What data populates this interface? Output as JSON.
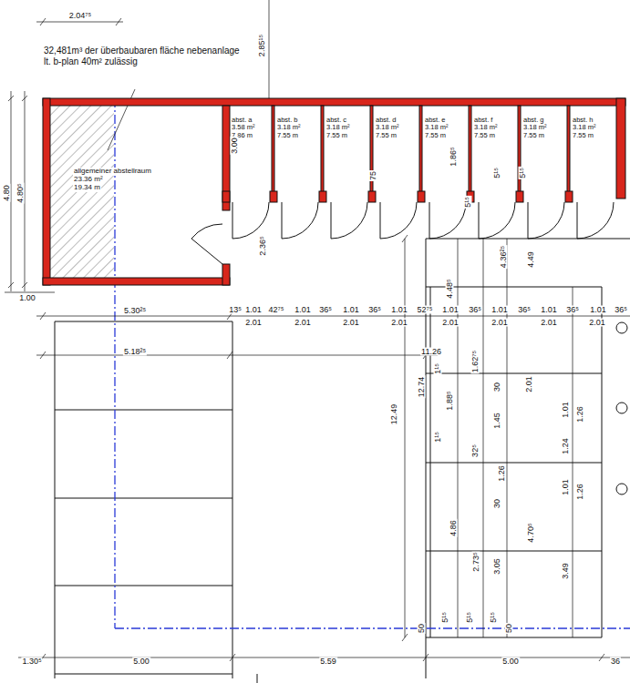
{
  "diagram": {
    "nodes": [
      {
        "text": [
          "allgemeiner abstellraum",
          "23.36 m²",
          "19.34 m"
        ]
      },
      {
        "text": [
          "abst. a",
          "3.58 m²",
          "7.86 m"
        ]
      },
      {
        "text": [
          "abst. b",
          "3.18 m²",
          "7.55 m"
        ]
      },
      {
        "text": [
          "abst. c",
          "3.18 m²",
          "7.55 m"
        ]
      },
      {
        "text": [
          "abst. d",
          "3.18 m²",
          "7.55 m"
        ]
      },
      {
        "text": [
          "abst. e",
          "3.18 m²",
          "7.55 m"
        ]
      },
      {
        "text": [
          "abst. f",
          "3.18 m²",
          "7.55 m"
        ]
      },
      {
        "text": [
          "abst. g",
          "3.18 m²",
          "7.55 m"
        ]
      },
      {
        "text": [
          "abst. h",
          "3.18 m²",
          "7.55 m"
        ]
      }
    ],
    "labels": [
      "32,481m³ der überbaubaren fläche nebenanlage lt. b-plan 40m² zulässig",
      "2.04⁷⁵",
      "2.85¹⁵",
      "4.80⁵",
      "4.80",
      "1.00",
      "3.00",
      "2.36⁵",
      "75",
      "1.86⁵",
      "5¹⁵",
      "5¹⁵",
      "5¹⁵",
      "4.36²⁵",
      "4.49",
      "4.48⁵",
      "5.30²⁵",
      "13⁵",
      "1.01",
      "42⁷⁵",
      "1.01",
      "36⁵",
      "1.01",
      "36⁵",
      "1.01",
      "52⁷⁵",
      "1.01",
      "36⁵",
      "1.01",
      "36⁵",
      "1.01",
      "36⁵",
      "1.01",
      "36⁵",
      "2.01",
      "2.01",
      "2.01",
      "2.01",
      "2.01",
      "2.01",
      "2.01",
      "2.01",
      "5.18²⁵",
      "11.26",
      "12.49",
      "12.74",
      "1.88⁵",
      "1¹⁵",
      "1.62⁷⁵",
      "30",
      "2.01",
      "1.45",
      "32⁵",
      "1.01",
      "1.26",
      "1.24",
      "1.01",
      "1.26",
      "30",
      "4.86",
      "4.70⁵",
      "2.73⁵",
      "3.05",
      "3.49",
      "1.26",
      "1¹⁵",
      "50",
      "5¹⁵",
      "5¹⁵",
      "5¹⁵",
      "50",
      "1.30⁵",
      "5.00",
      "5.59",
      "5.00",
      "36"
    ]
  }
}
